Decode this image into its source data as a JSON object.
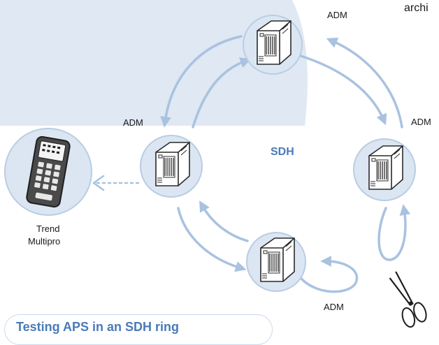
{
  "header": {
    "truncated_text": "archi"
  },
  "nodes": [
    {
      "id": "top",
      "label": "ADM"
    },
    {
      "id": "left",
      "label": "ADM"
    },
    {
      "id": "right",
      "label": "ADM"
    },
    {
      "id": "bottom",
      "label": "ADM"
    }
  ],
  "ring_label": "SDH",
  "tester": {
    "label_line1": "Trend",
    "label_line2": "Multipro"
  },
  "caption": "Testing APS in an SDH ring",
  "icons": [
    "adm-device-icon",
    "handheld-tester-icon",
    "scissors-icon"
  ],
  "colors": {
    "background_shade": "#dfe8f3",
    "node_fill": "#dbe6f2",
    "node_stroke": "#b8cde4",
    "arrow": "#a9c2e0",
    "accent_text": "#4a7ab8"
  }
}
